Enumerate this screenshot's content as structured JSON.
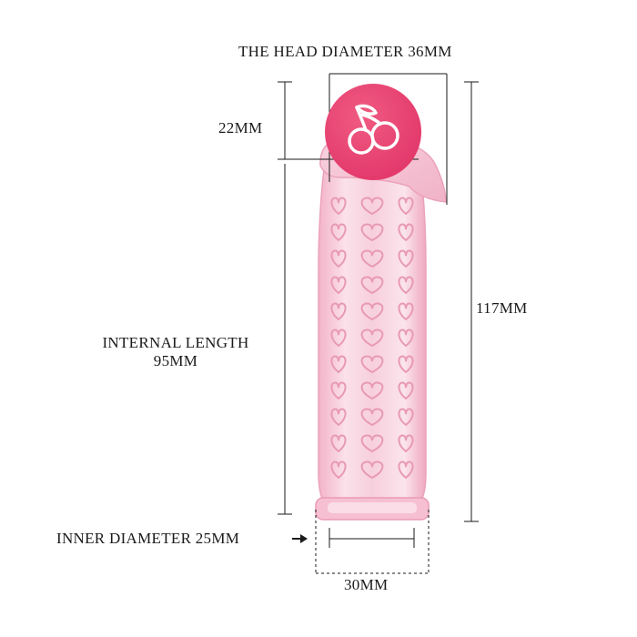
{
  "labels": {
    "head_diameter": "THE HEAD DIAMETER 36MM",
    "head_height": "22MM",
    "total_length": "117MM",
    "internal_length_line1": "INTERNAL LENGTH",
    "internal_length_line2": "95MM",
    "inner_diameter": "INNER DIAMETER 25MM",
    "base_width": "30MM"
  },
  "colors": {
    "badge": "#e8426e",
    "sleeve": "#f6c6d6",
    "line": "#1a1a1a"
  },
  "icons": {
    "badge_icon": "cherry-icon",
    "arrow_icon": "arrow-right-icon"
  }
}
